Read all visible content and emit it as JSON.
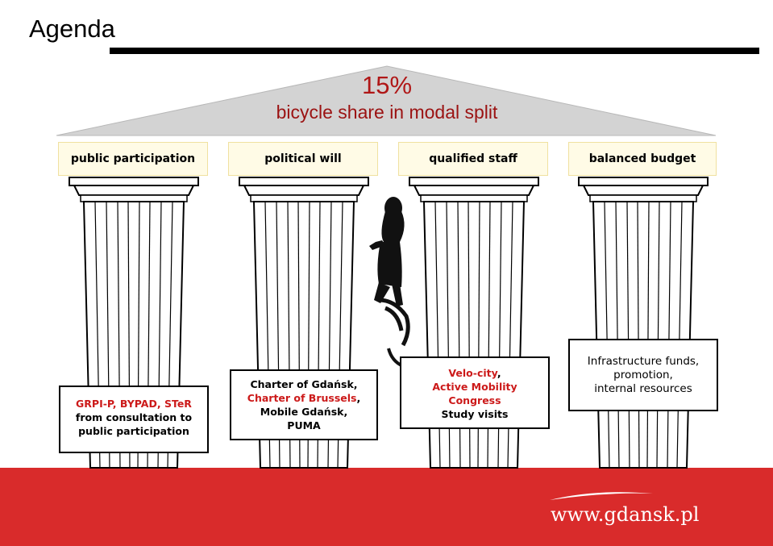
{
  "title": "Agenda",
  "roof": {
    "percent": "15%",
    "subtitle": "bicycle share in modal split"
  },
  "beams": [
    {
      "label": "public participation"
    },
    {
      "label": "political will"
    },
    {
      "label": "qualified staff"
    },
    {
      "label": "balanced budget"
    }
  ],
  "boxes": {
    "box1": {
      "line1": "GRPI-P, BYPAD, STeR",
      "line2": "from consultation to",
      "line3": "public participation"
    },
    "box2": {
      "line1": "Charter of Gdańsk,",
      "line2a": "Charter of Brussels",
      "line2b": ",",
      "line3": "Mobile Gdańsk,",
      "line4": "PUMA"
    },
    "box3": {
      "line1a": "Velo-city",
      "line1b": ",",
      "line2": "Active Mobility",
      "line3": "Congress",
      "line4": "Study visits"
    },
    "box4": {
      "line1": "Infrastructure funds,",
      "line2": "promotion,",
      "line3": "internal resources"
    }
  },
  "footer": {
    "url": "www.gdansk.pl"
  },
  "colors": {
    "accent_red": "#cc1a1a",
    "floor_red": "#d92b2b",
    "roof_gray": "#d0d0d0",
    "beam_fill": "#fffbe6"
  }
}
